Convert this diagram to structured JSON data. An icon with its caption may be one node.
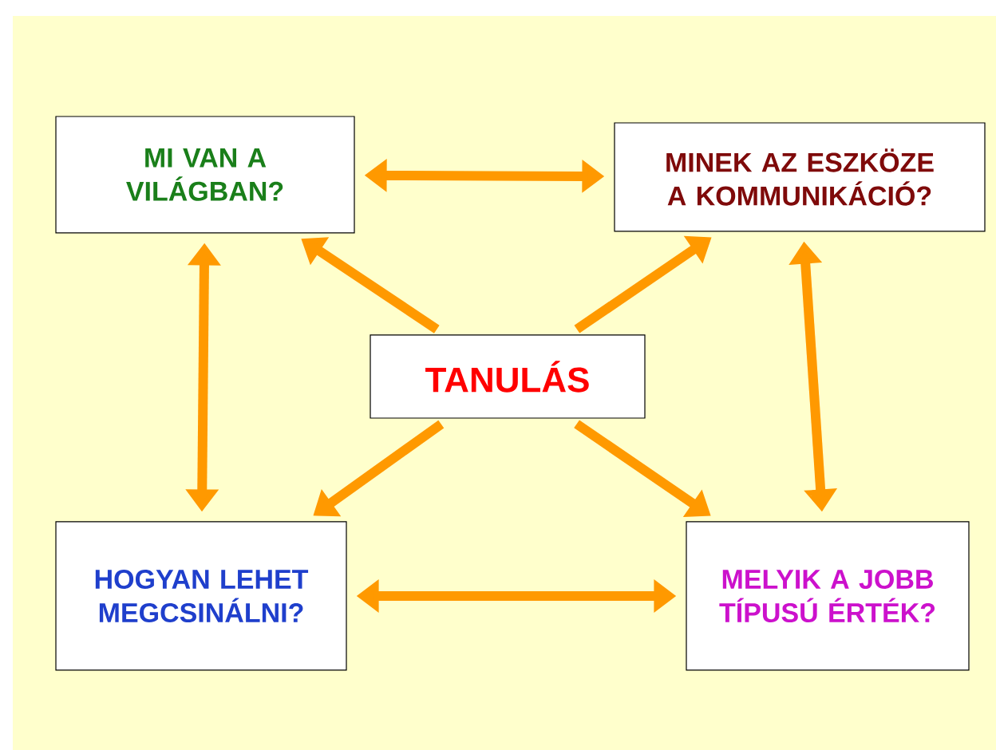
{
  "diagram": {
    "nodes": [
      {
        "text": [
          "MI VAN A VILÁGBAN?"
        ]
      },
      {
        "text": [
          "MINEK AZ ESZKÖZE A KOMMUNIKÁCIÓ?"
        ]
      },
      {
        "text": [
          "TANULÁS"
        ]
      },
      {
        "text": [
          "HOGYAN LEHET MEGCSINÁLNI?"
        ]
      },
      {
        "text": [
          "MELYIK A JOBB TÍPUSÚ ÉRTÉK?"
        ]
      }
    ],
    "edges": [
      {
        "from": 0,
        "to": 1,
        "arrow": "both"
      },
      {
        "from": 2,
        "to": 0,
        "arrow": "to"
      },
      {
        "from": 2,
        "to": 1,
        "arrow": "to"
      },
      {
        "from": 0,
        "to": 3,
        "arrow": "both"
      },
      {
        "from": 1,
        "to": 4,
        "arrow": "both"
      },
      {
        "from": 2,
        "to": 3,
        "arrow": "to"
      },
      {
        "from": 2,
        "to": 4,
        "arrow": "to"
      },
      {
        "from": 3,
        "to": 4,
        "arrow": "both"
      }
    ]
  }
}
